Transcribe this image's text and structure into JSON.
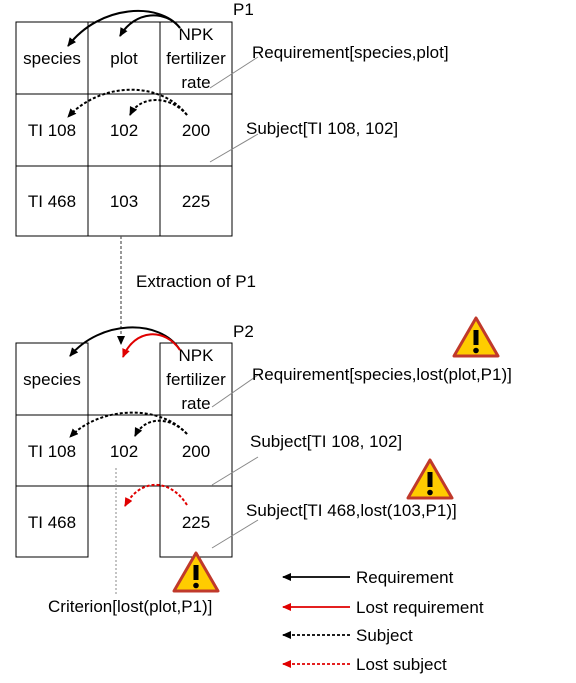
{
  "table1": {
    "name": "P1",
    "headers": [
      "species",
      "plot",
      "NPK",
      "fertilizer",
      "rate"
    ],
    "rows": [
      [
        "TI 108",
        "102",
        "200"
      ],
      [
        "TI 468",
        "103",
        "225"
      ]
    ],
    "annotations": {
      "requirement": "Requirement[species,plot]",
      "subject": "Subject[TI 108, 102]"
    }
  },
  "extraction": {
    "label": "Extraction of P1"
  },
  "table2": {
    "name": "P2",
    "headers": [
      "species",
      "NPK",
      "fertilizer",
      "rate"
    ],
    "rows": [
      [
        "TI 108",
        "102",
        "200"
      ],
      [
        "TI 468",
        "225"
      ]
    ],
    "annotations": {
      "requirement": "Requirement[species,lost(plot,P1)]",
      "subject1": "Subject[TI 108, 102]",
      "subject2": "Subject[TI 468,lost(103,P1)]",
      "criterion": "Criterion[lost(plot,P1)]"
    }
  },
  "legend": {
    "requirement": "Requirement",
    "lost_requirement": "Lost requirement",
    "subject": "Subject",
    "lost_subject": "Lost subject"
  },
  "colors": {
    "line": "#000000",
    "lost": "#e00000",
    "warning_fill": "#ffcc00",
    "warning_border": "#c0392b"
  },
  "icons": [
    "warning-icon"
  ]
}
